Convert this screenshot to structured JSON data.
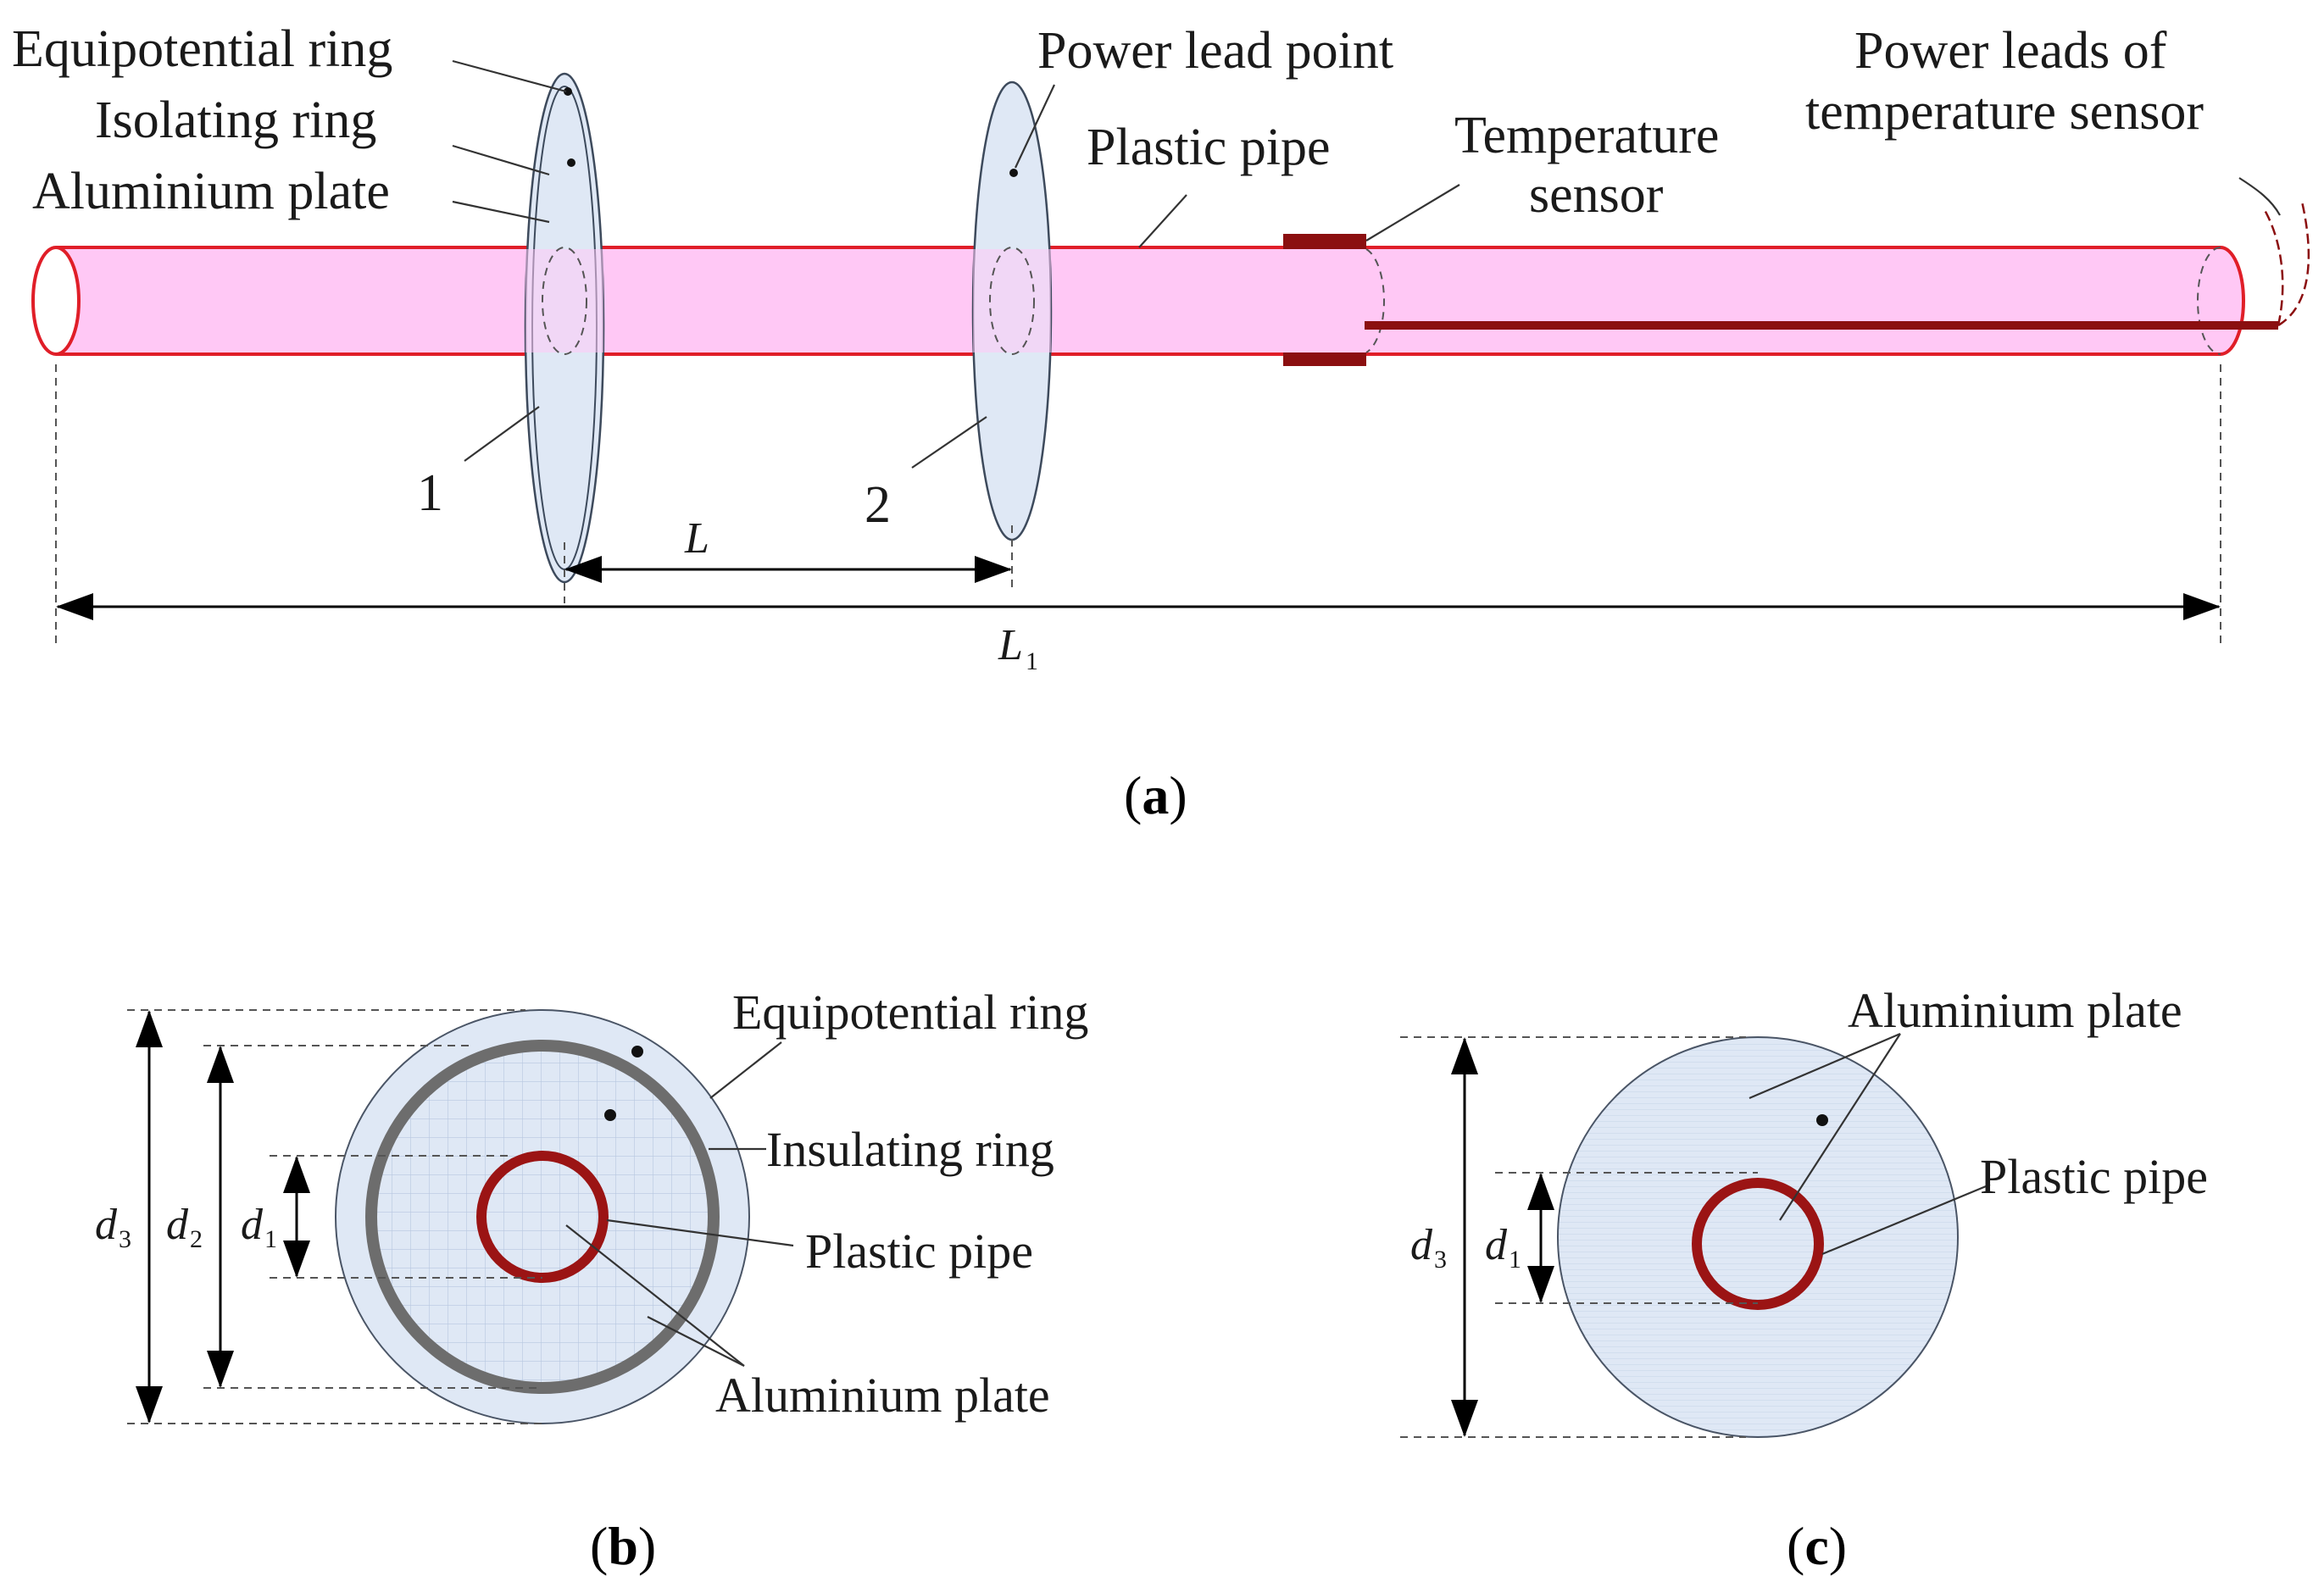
{
  "colors": {
    "pipe_fill": "#ffc8f5",
    "pipe_stroke": "#e01e28",
    "sensor": "#8b0f10",
    "plate_fill": "#dfe8f5",
    "insulating_ring": "#6d6d6d",
    "pipe_section": "#9b1414"
  },
  "panel_a": {
    "labels": {
      "equipotential_ring": "Equipotential ring",
      "isolating_ring": "Isolating ring",
      "aluminium_plate": "Aluminium plate",
      "power_lead_point": "Power lead point",
      "plastic_pipe": "Plastic pipe",
      "temperature_sensor_1": "Temperature",
      "temperature_sensor_2": "sensor",
      "power_leads_1": "Power leads of",
      "power_leads_2": "temperature sensor",
      "electrode_1": "1",
      "electrode_2": "2"
    },
    "dimensions": {
      "L": "L",
      "L1": "L",
      "L1_sub": "1"
    },
    "caption_open": "(",
    "caption_letter": "a",
    "caption_close": ")"
  },
  "panel_b": {
    "labels": {
      "equipotential_ring": "Equipotential ring",
      "insulating_ring": "Insulating ring",
      "plastic_pipe": "Plastic pipe",
      "aluminium_plate": "Aluminium plate"
    },
    "dimensions": {
      "d3": "d",
      "d3_sub": "3",
      "d2": "d",
      "d2_sub": "2",
      "d1": "d",
      "d1_sub": "1"
    },
    "caption_open": "(",
    "caption_letter": "b",
    "caption_close": ")"
  },
  "panel_c": {
    "labels": {
      "aluminium_plate": "Aluminium plate",
      "plastic_pipe": "Plastic pipe"
    },
    "dimensions": {
      "d3": "d",
      "d3_sub": "3",
      "d1": "d",
      "d1_sub": "1"
    },
    "caption_open": "(",
    "caption_letter": "c",
    "caption_close": ")"
  }
}
